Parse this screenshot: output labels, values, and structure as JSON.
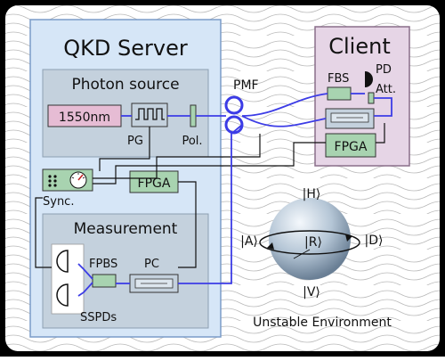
{
  "server": {
    "title": "QKD Server",
    "photon_source": {
      "title": "Photon source",
      "laser_label": "1550nm",
      "pg_label": "PG",
      "pol_label": "Pol."
    },
    "sync_label": "Sync.",
    "fpga_label": "FPGA",
    "measurement": {
      "title": "Measurement",
      "fpbs_label": "FPBS",
      "pc_label": "PC",
      "sspds_label": "SSPDs"
    }
  },
  "channel": {
    "pmf_label": "PMF"
  },
  "client": {
    "title": "Client",
    "fbs_label": "FBS",
    "pd_label": "PD",
    "att_label": "Att.",
    "fpga_label": "FPGA"
  },
  "sphere": {
    "states": {
      "top": "|H⟩",
      "left": "|A⟩",
      "center": "|R⟩",
      "right": "|D⟩",
      "bottom": "|V⟩"
    },
    "caption": "Unstable Environment"
  },
  "colors": {
    "server_fill": "#d6e6f7",
    "server_stroke": "#7a9cc8",
    "module_fill": "#c4d1dd",
    "client_fill": "#e6d5e6",
    "component_green": "#a8d3b0",
    "laser_fill": "#e6bcd4",
    "fiber_blue": "#3c3ce6",
    "wire_black": "#111111"
  },
  "icons": [
    "pulse-train-icon",
    "clock-dial-icon",
    "photodiode-icon",
    "detector-icon",
    "fiber-coil-icon",
    "bloch-sphere-icon"
  ]
}
